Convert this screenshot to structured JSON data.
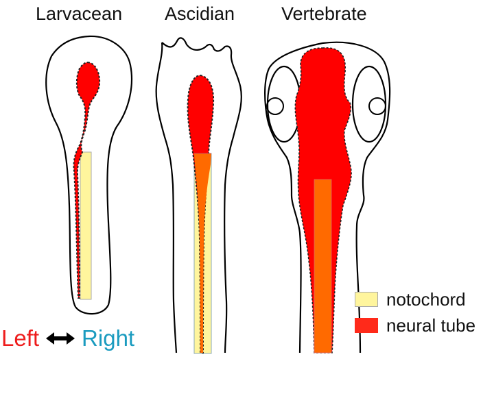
{
  "titles": {
    "larvacean": "Larvacean",
    "ascidian": "Ascidian",
    "vertebrate": "Vertebrate"
  },
  "axis_label": {
    "left": "Left",
    "arrow": "double-headed-arrow",
    "right": "Right",
    "left_color": "#ee1c1c",
    "right_color": "#1a9bbf"
  },
  "legend": [
    {
      "label": "notochord",
      "color": "#fff59d"
    },
    {
      "label": "neural tube",
      "color": "#ff2a1a"
    }
  ],
  "colors": {
    "outline": "#000000",
    "neural_tube": "#ff0000",
    "notochord": "#fff59d",
    "overlap": "#ff6a00"
  }
}
